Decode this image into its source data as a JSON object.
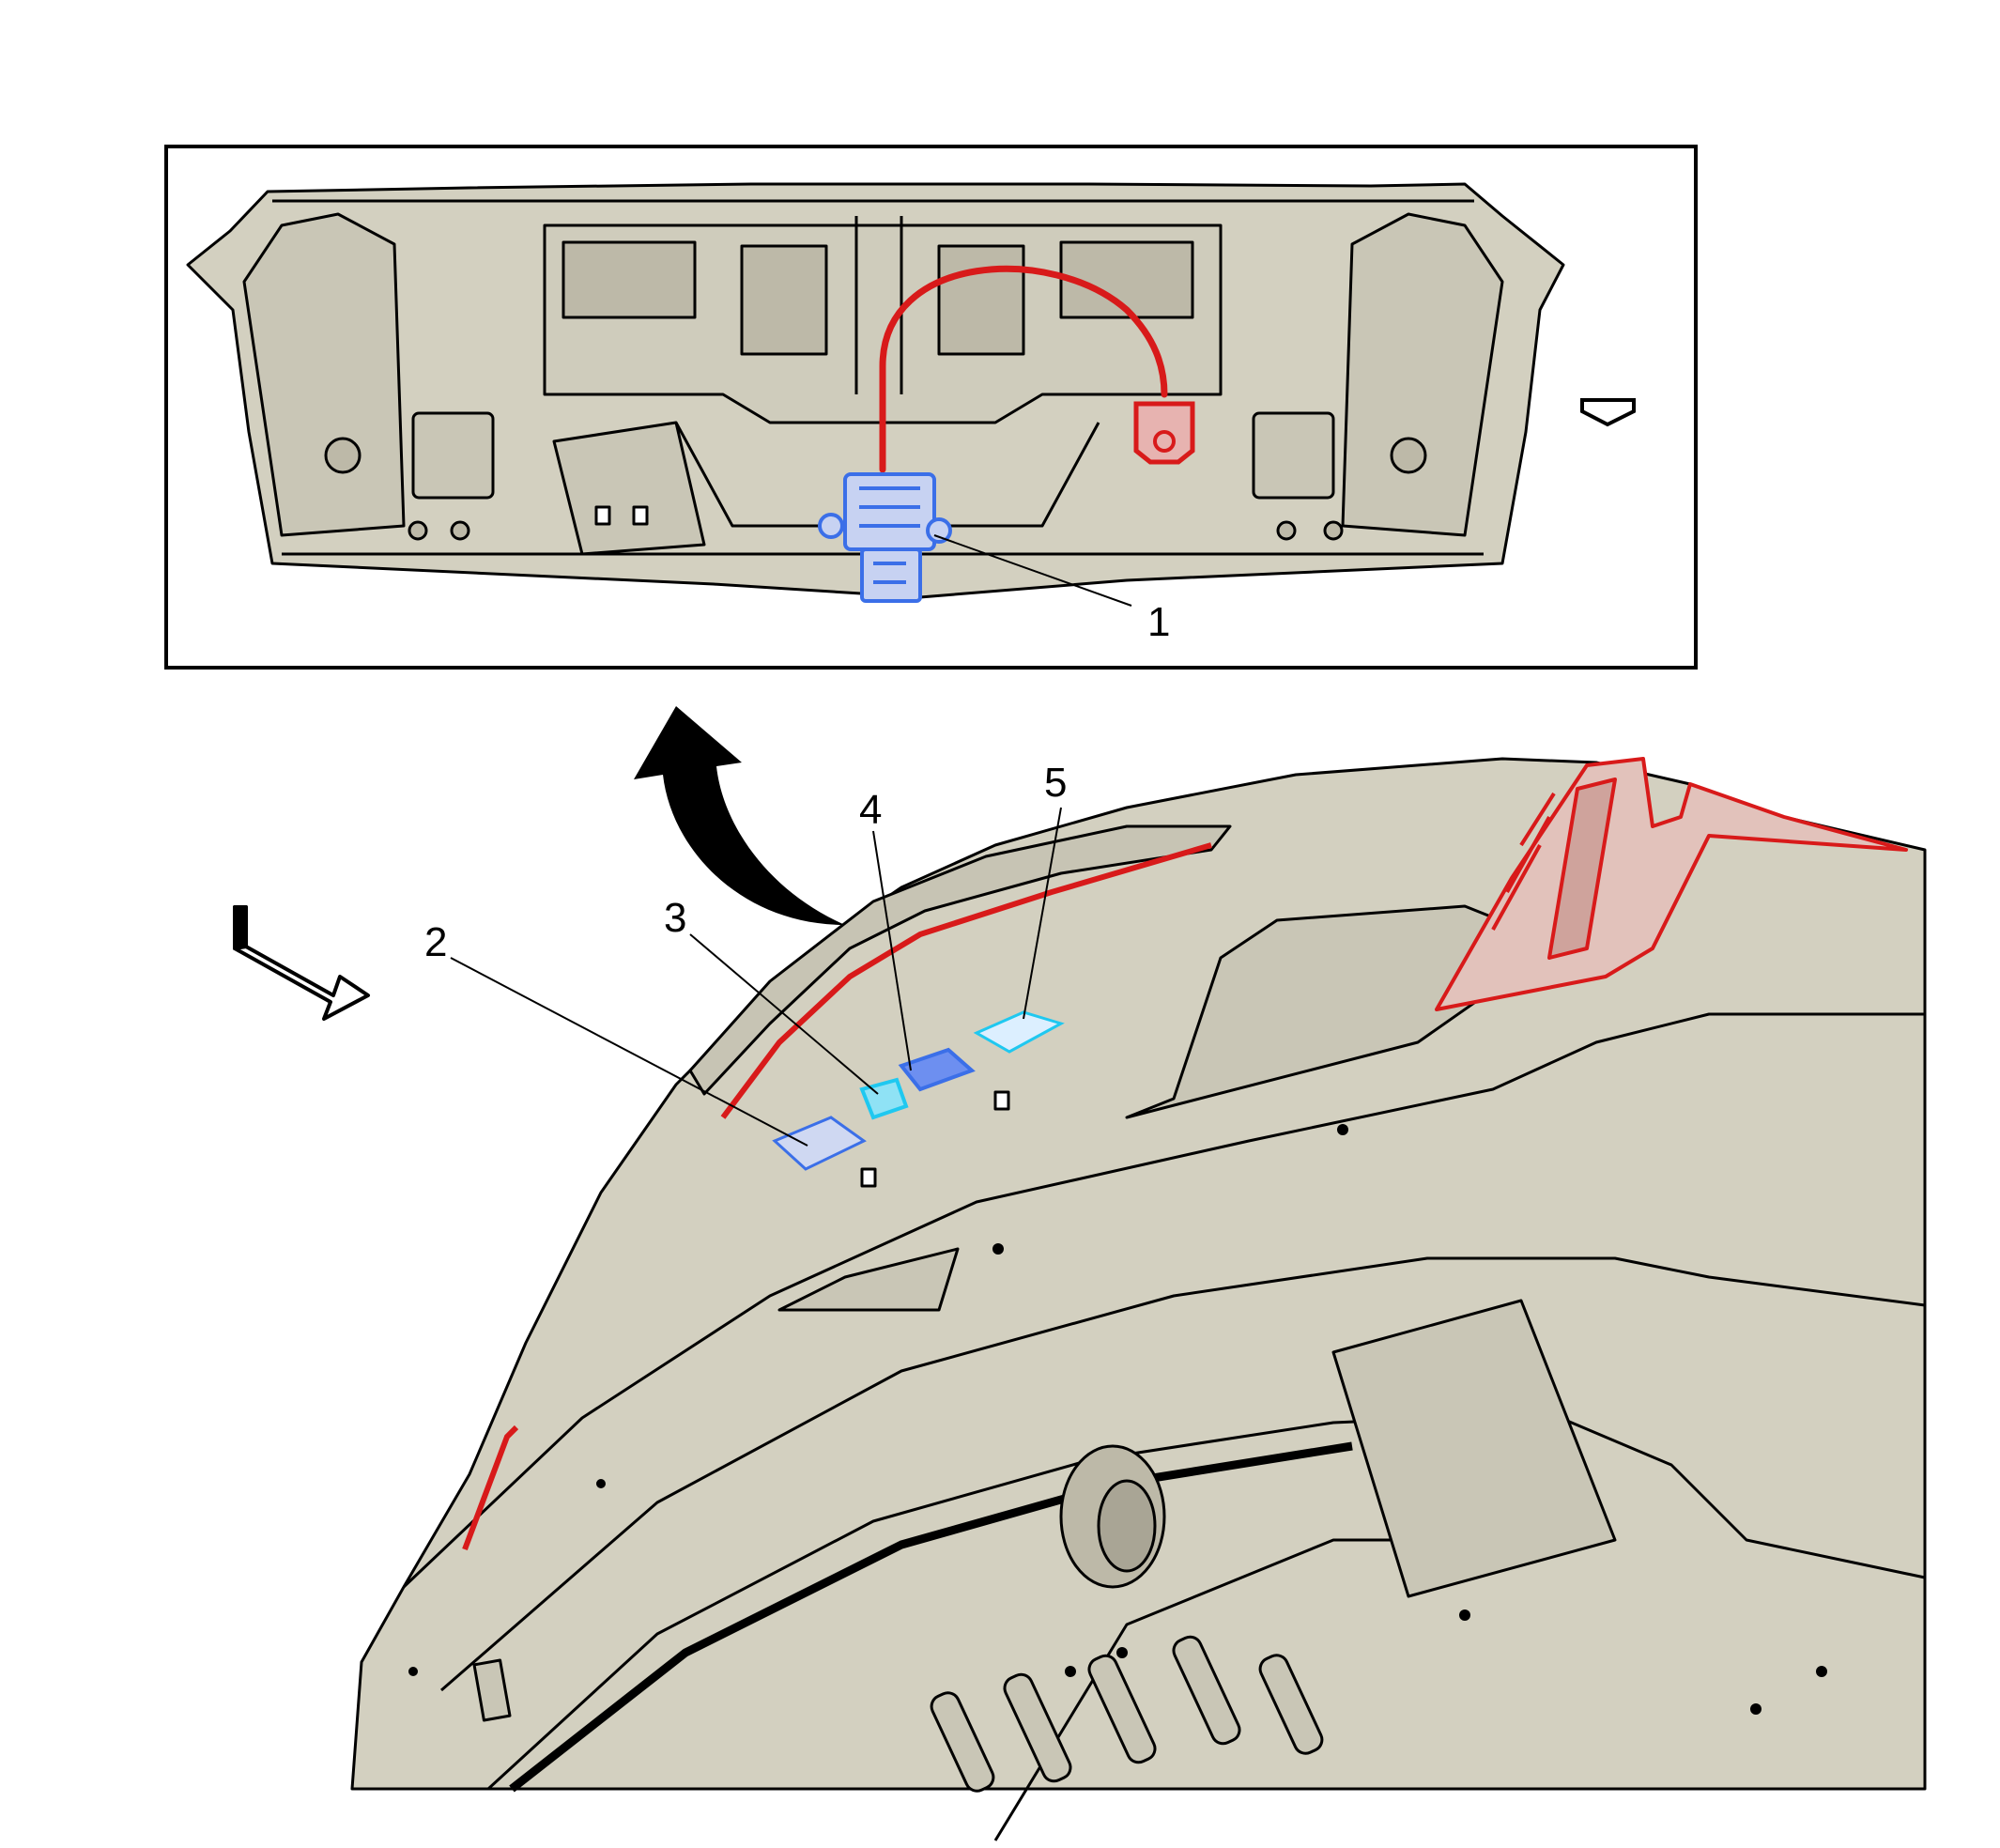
{
  "diagram": {
    "callouts": [
      {
        "id": "1",
        "label": "1"
      },
      {
        "id": "2",
        "label": "2"
      },
      {
        "id": "3",
        "label": "3"
      },
      {
        "id": "4",
        "label": "4"
      },
      {
        "id": "5",
        "label": "5"
      }
    ],
    "colors": {
      "body_fill": "#d3d0c0",
      "outline": "#000000",
      "module_blue": "#3b6fe8",
      "highlight_cyan": "#1fc8f0",
      "harness_red": "#d81a1a",
      "background": "#ffffff"
    },
    "icons": [
      "view-direction-arrow-icon",
      "forward-direction-arrow-icon",
      "inset-reference-arrow-icon"
    ]
  }
}
